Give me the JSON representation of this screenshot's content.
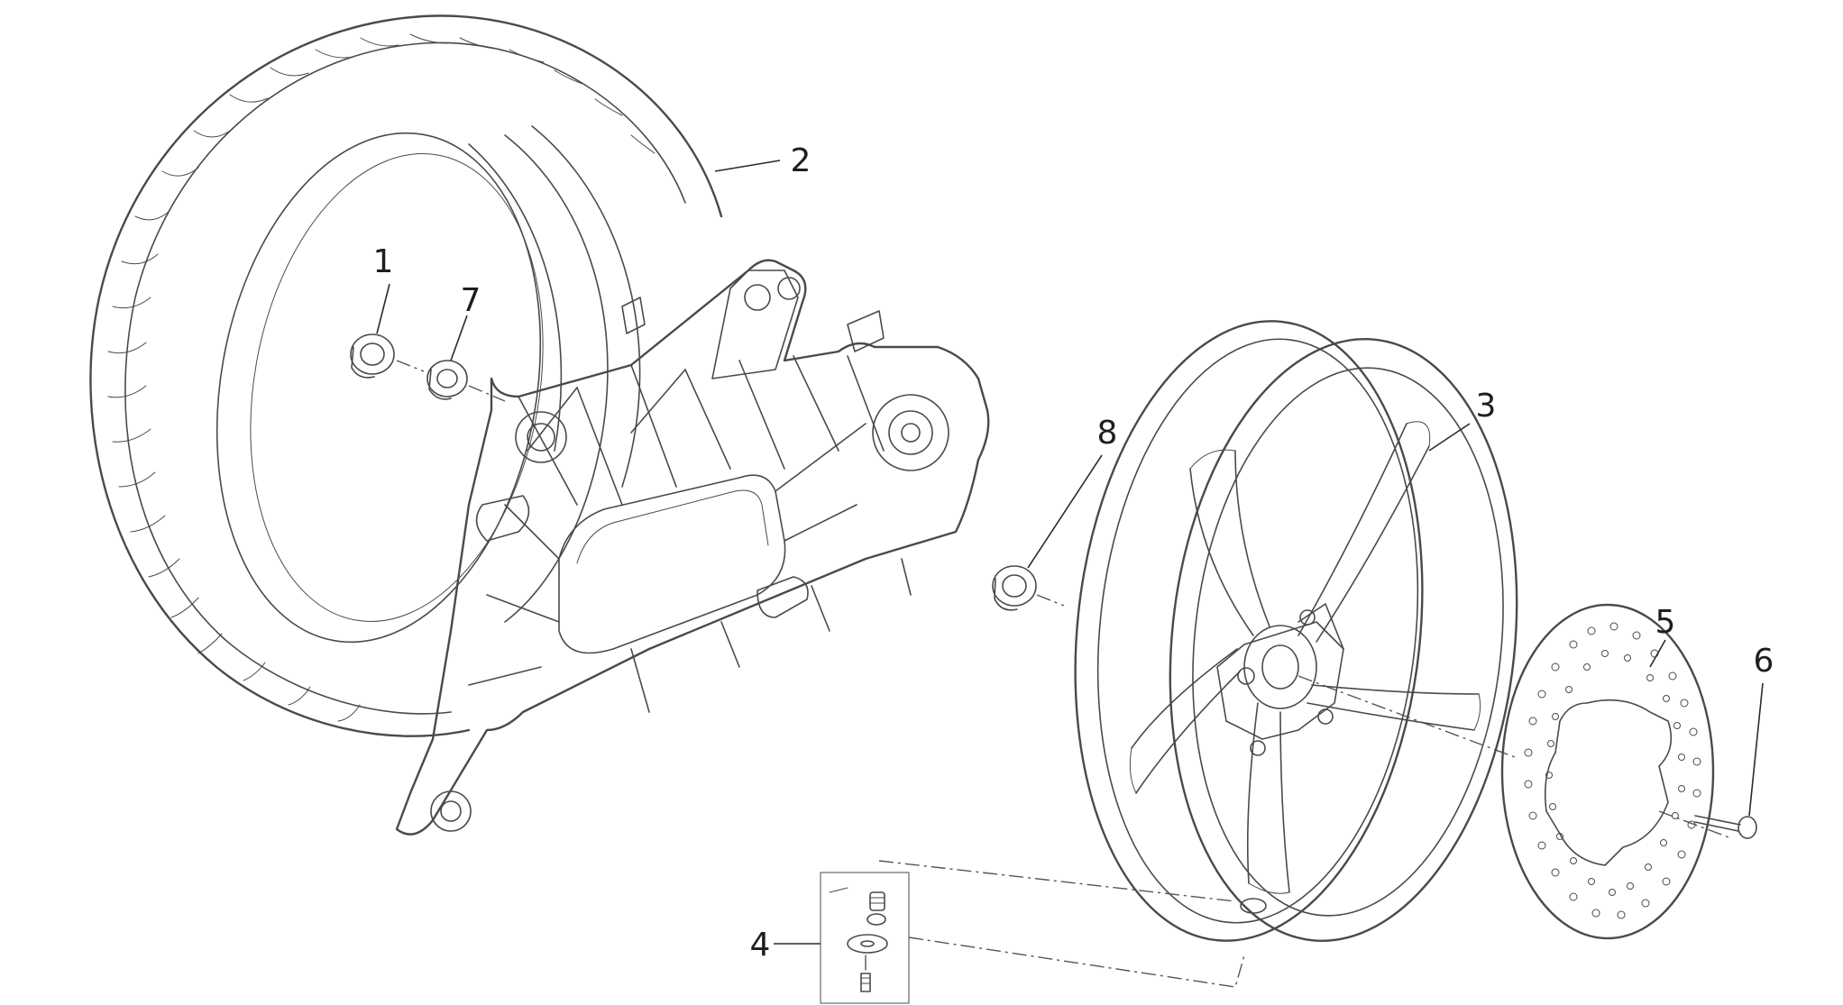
{
  "callouts": [
    {
      "id": "1",
      "label": "1",
      "part": "bearing-left"
    },
    {
      "id": "2",
      "label": "2",
      "part": "tyre"
    },
    {
      "id": "3",
      "label": "3",
      "part": "rim"
    },
    {
      "id": "4",
      "label": "4",
      "part": "valve-kit"
    },
    {
      "id": "5",
      "label": "5",
      "part": "brake-disc"
    },
    {
      "id": "6",
      "label": "6",
      "part": "disc-screw"
    },
    {
      "id": "7",
      "label": "7",
      "part": "spacer"
    },
    {
      "id": "8",
      "label": "8",
      "part": "bearing-right"
    }
  ],
  "colors": {
    "line": "#4a4a4a",
    "text": "#1e1e1e",
    "background": "#ffffff"
  }
}
